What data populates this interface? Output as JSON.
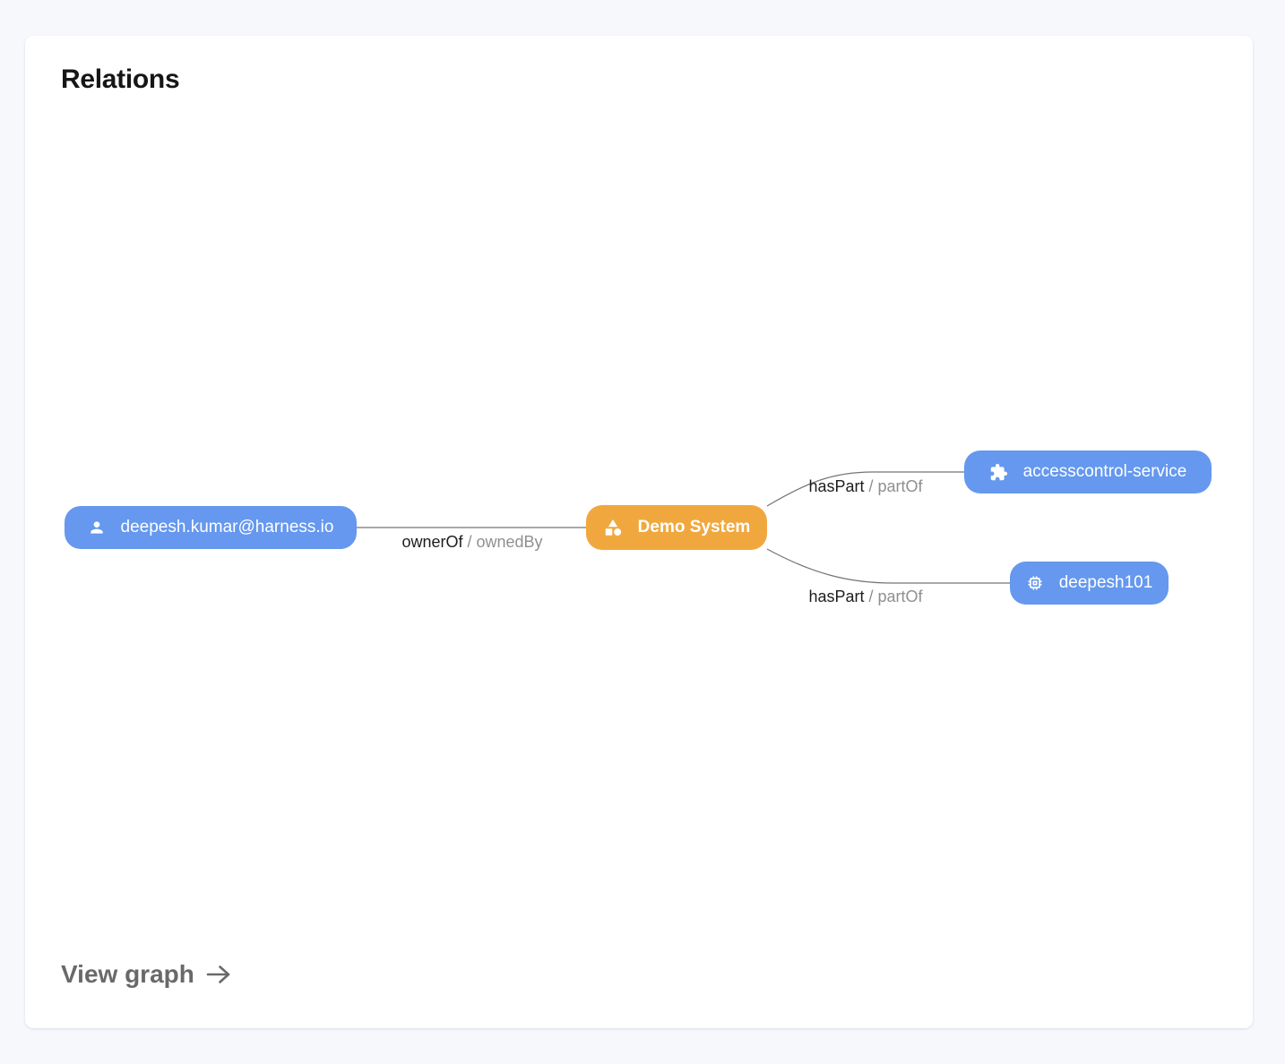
{
  "card": {
    "title": "Relations",
    "footer_link": "View graph"
  },
  "colors": {
    "background": "#F6F8FC",
    "card_background": "#FFFFFF",
    "node_blue": "#6598EE",
    "node_orange": "#F0A83E",
    "edge_line": "#757575",
    "title_text": "#161616",
    "label_primary": "#1D1D1D",
    "label_secondary": "#8F8F8F",
    "footer_text": "#696969"
  },
  "graph": {
    "nodes": [
      {
        "id": "user",
        "label": "deepesh.kumar@harness.io",
        "icon": "user-icon",
        "color": "blue"
      },
      {
        "id": "system",
        "label": "Demo System",
        "icon": "category-icon",
        "color": "orange"
      },
      {
        "id": "service",
        "label": "accesscontrol-service",
        "icon": "puzzle-icon",
        "color": "blue"
      },
      {
        "id": "component",
        "label": "deepesh101",
        "icon": "chip-icon",
        "color": "blue"
      }
    ],
    "edges": [
      {
        "from": "user",
        "to": "system",
        "forward": "ownerOf",
        "separator": "/",
        "reverse": "ownedBy"
      },
      {
        "from": "system",
        "to": "service",
        "forward": "hasPart",
        "separator": "/",
        "reverse": "partOf"
      },
      {
        "from": "system",
        "to": "component",
        "forward": "hasPart",
        "separator": "/",
        "reverse": "partOf"
      }
    ]
  }
}
